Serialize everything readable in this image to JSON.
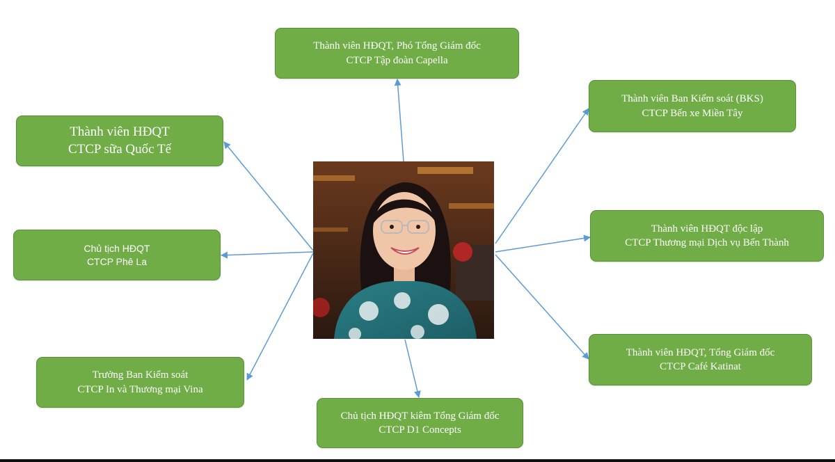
{
  "colors": {
    "box_fill": "#70ad47",
    "box_text": "#ffffff",
    "arrow": "#5b9bd5"
  },
  "center": {
    "image": "portrait-photo"
  },
  "boxes": [
    {
      "id": "capella",
      "line1": "Thành viên HĐQT, Phó Tổng Giám đốc",
      "line2": "CTCP Tập đoàn Capella"
    },
    {
      "id": "ben-xe",
      "line1": "Thành viên Ban Kiểm soát (BKS)",
      "line2": "CTCP Bến xe Miền Tây"
    },
    {
      "id": "ben-thanh",
      "line1": "Thành viên HĐQT độc lập",
      "line2": "CTCP Thương mại Dịch vụ Bến Thành"
    },
    {
      "id": "katinat",
      "line1": "Thành viên HĐQT, Tổng Giám đốc",
      "line2": "CTCP Café Katinat"
    },
    {
      "id": "d1",
      "line1": "Chủ tịch HĐQT kiêm Tổng Giám đốc",
      "line2": "CTCP D1 Concepts"
    },
    {
      "id": "vina",
      "line1": "Trưởng Ban Kiểm soát",
      "line2": "CTCP In và Thương mại Vina"
    },
    {
      "id": "phe-la",
      "line1": "Chủ tịch HĐQT",
      "line2": "CTCP Phê La"
    },
    {
      "id": "sua",
      "line1": "Thành viên HĐQT",
      "line2": "CTCP sữa Quốc Tế"
    }
  ]
}
